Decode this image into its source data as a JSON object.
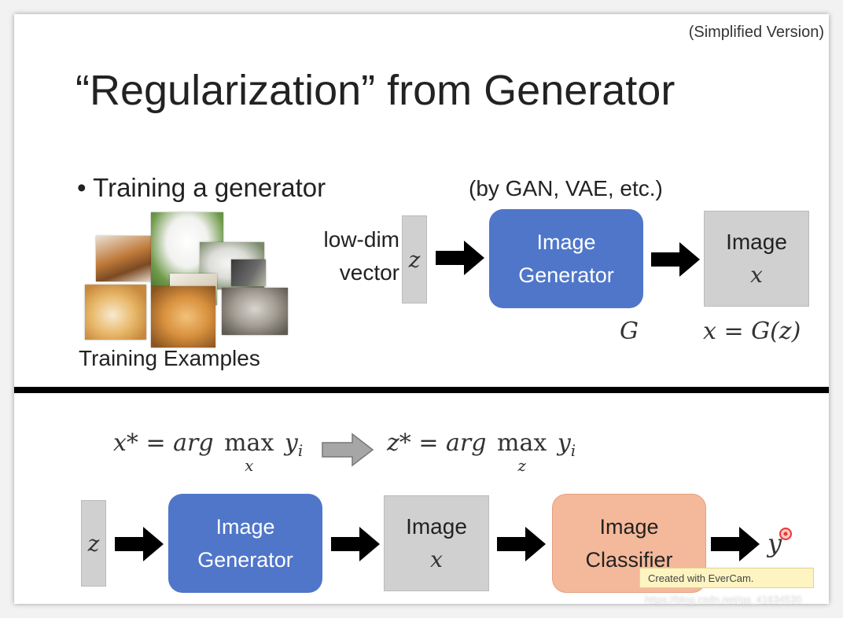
{
  "header": {
    "note": "(Simplified Version)",
    "title": "“Regularization” from Generator"
  },
  "top_section": {
    "bullet": "Training a generator",
    "method_note": "(by GAN, VAE, etc.)",
    "training_label": "Training Examples",
    "input_label_line1": "low-dim",
    "input_label_line2": "vector",
    "z_symbol": "z",
    "generator_line1": "Image",
    "generator_line2": "Generator",
    "generator_symbol": "G",
    "output_line1": "Image",
    "output_line2": "x",
    "output_equation": "x = G(z)"
  },
  "bottom_section": {
    "formula_left": {
      "lhs": "x* = arg",
      "op": "max",
      "sub": "x",
      "rhs": "y",
      "rhs_sub": "i"
    },
    "formula_right": {
      "lhs": "z* = arg",
      "op": "max",
      "sub": "z",
      "rhs": "y",
      "rhs_sub": "i"
    },
    "z_symbol": "z",
    "generator_line1": "Image",
    "generator_line2": "Generator",
    "image_line1": "Image",
    "image_line2": "x",
    "classifier_line1": "Image",
    "classifier_line2": "Classifier",
    "output": "y"
  },
  "watermark": {
    "text": "Created with EverCam.",
    "url_overlay": "https://blog.csdn.net/qq_41634530"
  },
  "colors": {
    "generator_blue": "#4f76c9",
    "classifier_peach": "#f4b99a",
    "neutral_gray": "#d0d0d0",
    "divider": "#000000",
    "cursor_red": "#e53935"
  }
}
